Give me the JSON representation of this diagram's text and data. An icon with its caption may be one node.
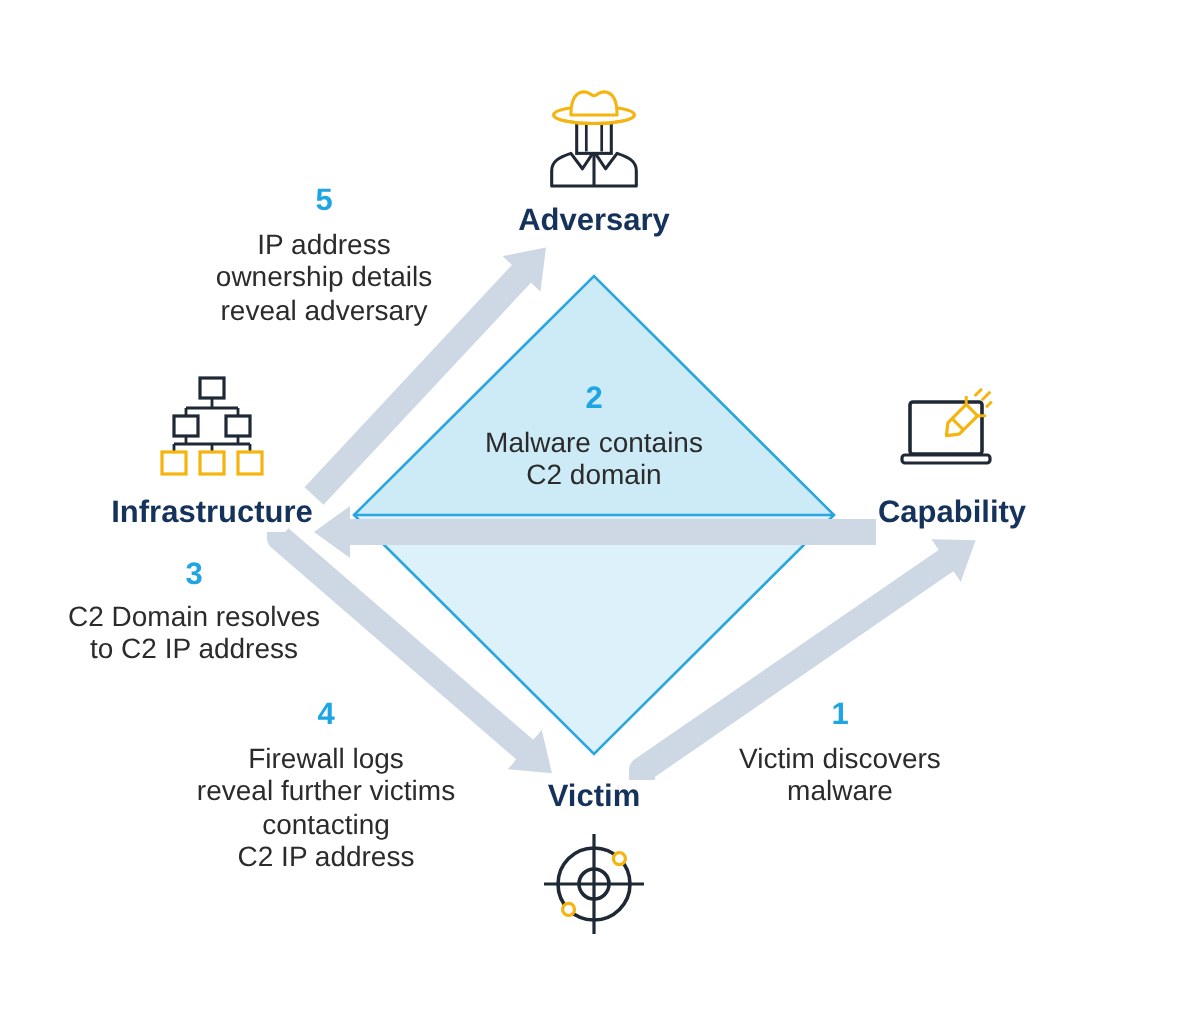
{
  "diagram": {
    "nodes": [
      {
        "text": [
          "Adversary"
        ]
      },
      {
        "text": [
          "Infrastructure"
        ]
      },
      {
        "text": [
          "2",
          "Malware contains C2 domain"
        ]
      },
      {
        "text": [
          "Capability"
        ]
      },
      {
        "text": [
          "Victim"
        ]
      }
    ],
    "edges": [
      {
        "from": 4,
        "to": 3,
        "arrow": "to"
      },
      {
        "from": 3,
        "to": 1,
        "arrow": "to"
      },
      {
        "from": 1,
        "to": 4,
        "arrow": "to"
      },
      {
        "from": 1,
        "to": 0,
        "arrow": "to"
      }
    ],
    "labels": [
      "5",
      "IP address ownership details reveal adversary",
      "3",
      "C2 Domain resolves to C2 IP address",
      "4",
      "Firewall logs reveal further victims contacting C2 IP address",
      "1",
      "Victim discovers malware"
    ]
  }
}
